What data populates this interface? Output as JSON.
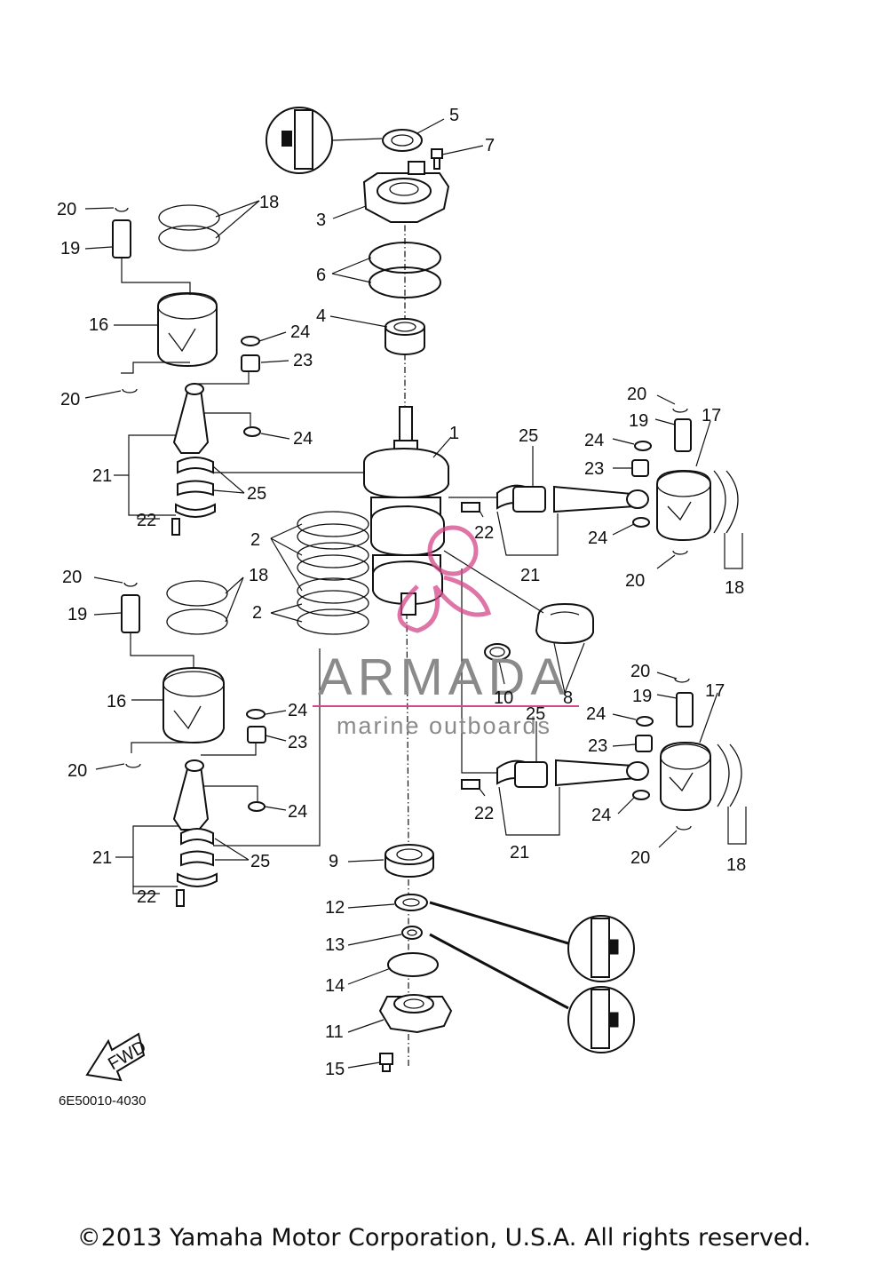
{
  "callouts": {
    "c1": "1",
    "c2a": "2",
    "c2b": "2",
    "c3": "3",
    "c4": "4",
    "c5": "5",
    "c6": "6",
    "c7": "7",
    "c8": "8",
    "c9": "9",
    "c10": "10",
    "c11": "11",
    "c12": "12",
    "c13": "13",
    "c14": "14",
    "c15": "15",
    "c16a": "16",
    "c16b": "16",
    "c17a": "17",
    "c17b": "17",
    "c18a": "18",
    "c18b": "18",
    "c18c": "18",
    "c18d": "18",
    "c19a": "19",
    "c19b": "19",
    "c19c": "19",
    "c19d": "19",
    "c20a": "20",
    "c20b": "20",
    "c20c": "20",
    "c20d": "20",
    "c20e": "20",
    "c20f": "20",
    "c20g": "20",
    "c20h": "20",
    "c21a": "21",
    "c21b": "21",
    "c21c": "21",
    "c21d": "21",
    "c22a": "22",
    "c22b": "22",
    "c22c": "22",
    "c22d": "22",
    "c23a": "23",
    "c23b": "23",
    "c23c": "23",
    "c23d": "23",
    "c24a": "24",
    "c24b": "24",
    "c24c": "24",
    "c24d": "24",
    "c24e": "24",
    "c24f": "24",
    "c24g": "24",
    "c24h": "24",
    "c25a": "25",
    "c25b": "25",
    "c25c": "25",
    "c25d": "25"
  },
  "fwd_label": "FWD",
  "diagram_code": "6E50010-4030",
  "watermark": {
    "brand": "ARMADA",
    "tagline": "marine outboards",
    "accent": "#d4478a",
    "gray": "#8a8a8a"
  },
  "copyright": "©2013 Yamaha Motor Corporation, U.S.A. All rights reserved."
}
